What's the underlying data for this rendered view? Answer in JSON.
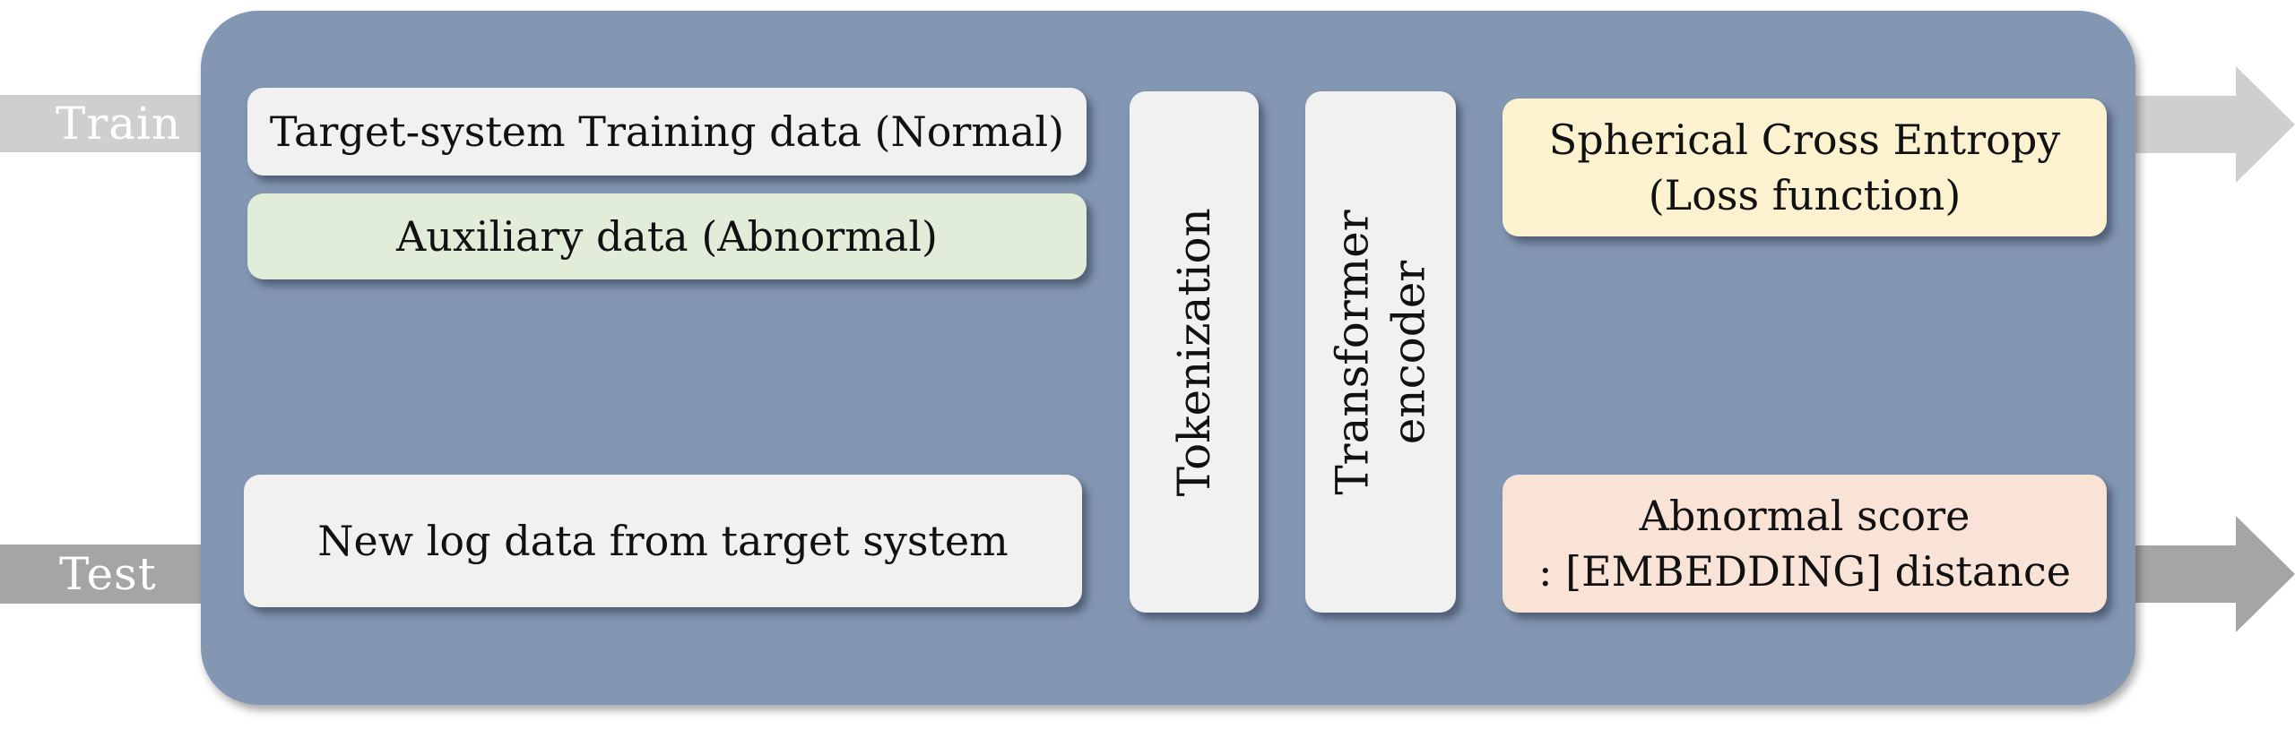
{
  "arrows": {
    "train_label": "Train",
    "test_label": "Test"
  },
  "inputs": {
    "training_data": "Target-system Training data (Normal)",
    "auxiliary_data": "Auxiliary data (Abnormal)",
    "new_log_data": "New log data from target system"
  },
  "pipeline": {
    "tokenization": "Tokenization",
    "transformer": "Transformer\nencoder"
  },
  "outputs": {
    "loss": "Spherical Cross Entropy\n(Loss function)",
    "score": "Abnormal score\n: [EMBEDDING] distance"
  },
  "colors": {
    "panel": "#8396b2",
    "box_light": "#f1f1f2",
    "box_green": "#e1ecd9",
    "box_yellow": "#fdf2cf",
    "box_peach": "#f9e3d7",
    "train_arrow": "#cfcfcf",
    "test_arrow": "#a5a5a5"
  }
}
